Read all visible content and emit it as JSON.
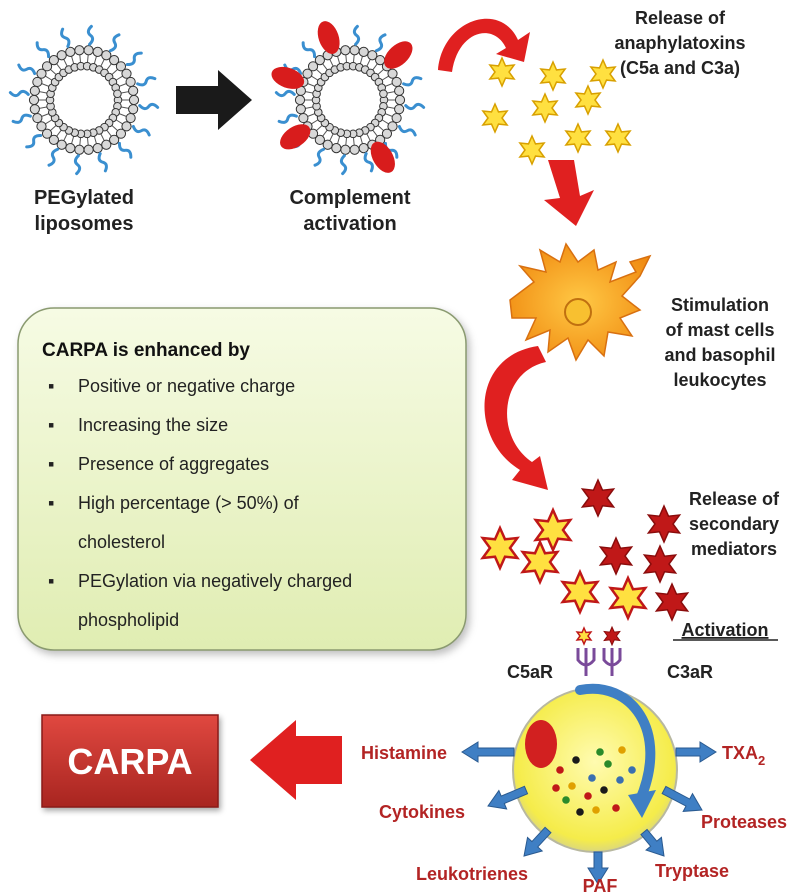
{
  "labels": {
    "pegylated_line1": "PEGylated",
    "pegylated_line2": "liposomes",
    "complement_line1": "Complement",
    "complement_line2": "activation",
    "release_anaphyl_line1": "Release of",
    "release_anaphyl_line2": "anaphylatoxins",
    "release_anaphyl_line3": "(C5a and C3a)",
    "stimulation_line1": "Stimulation",
    "stimulation_line2": "of mast cells",
    "stimulation_line3": "and basophil",
    "stimulation_line4": "leukocytes",
    "secondary_line1": "Release of",
    "secondary_line2": "secondary",
    "secondary_line3": "mediators",
    "activation": "Activation",
    "c5ar": "C5aR",
    "c3ar": "C3aR",
    "carpa": "CARPA"
  },
  "enhanced_box": {
    "title": "CARPA is enhanced by",
    "items": [
      "Positive or negative charge",
      "Increasing the size",
      "Presence of aggregates",
      "High percentage (> 50%) of",
      "cholesterol",
      "PEGylation via negatively charged",
      "phospholipid"
    ],
    "bullet": "▪"
  },
  "mediators": {
    "histamine": "Histamine",
    "txa": "TXA",
    "txa_sub": "2",
    "cytokines": "Cytokines",
    "proteases": "Proteases",
    "leukotrienes": "Leukotrienes",
    "paf": "PAF",
    "tryptase": "Tryptase"
  },
  "colors": {
    "red_arrow": "#e02020",
    "black_arrow": "#1a1a1a",
    "box_fill": "#eef5d0",
    "carpa_fill": "#c4322b",
    "mediator_text": "#b32424",
    "peg_blue": "#3a8fd0",
    "cell_yellow": "#f7f060",
    "star_dark_red": "#c01818",
    "star_yellow": "#ffe040",
    "mast_orange": "#f4a018",
    "blue_arrow": "#3f7fc4"
  }
}
